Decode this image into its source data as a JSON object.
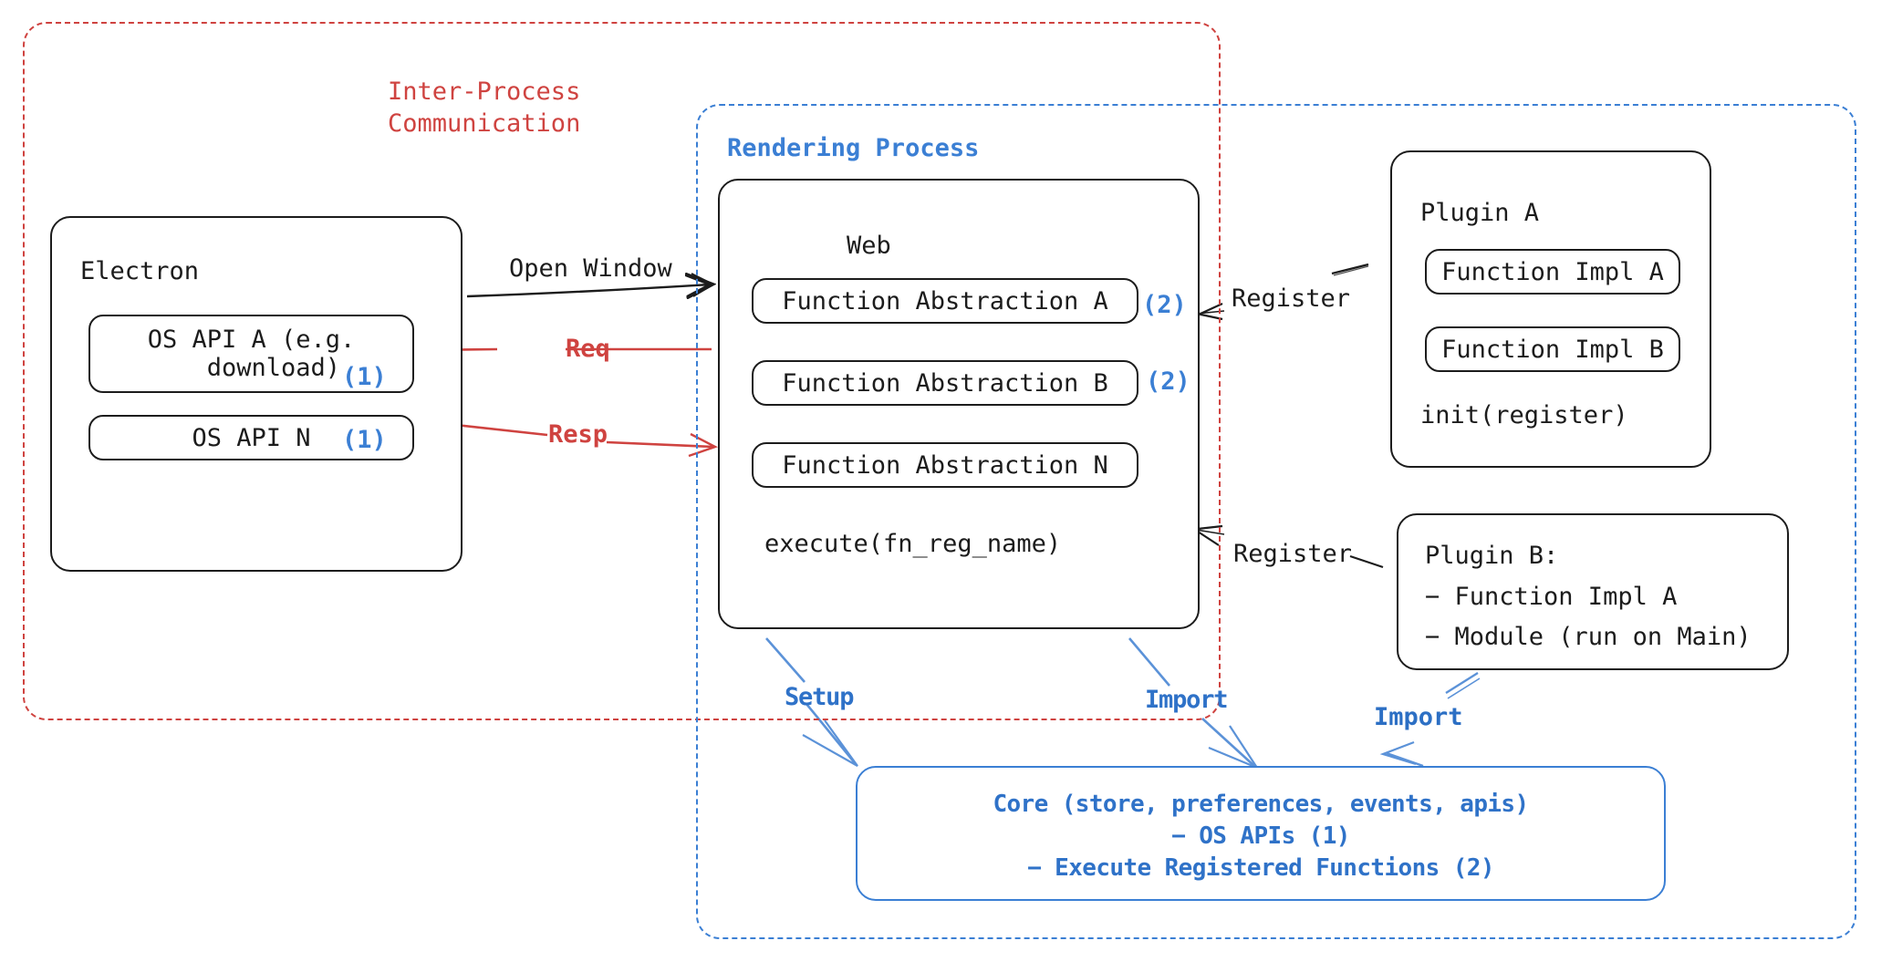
{
  "diagram": {
    "containers": {
      "ipc": {
        "label": "Inter-Process\nCommunication",
        "color": "#cf4340"
      },
      "rendering": {
        "label": "Rendering Process",
        "color": "#3b7fd4"
      }
    },
    "electron": {
      "title": "Electron",
      "apis": [
        {
          "label": "OS API A (e.g.\n   download)",
          "ref": "(1)"
        },
        {
          "label": "OS API N",
          "ref": "(1)"
        }
      ]
    },
    "web": {
      "title": "Web",
      "abstractions": [
        {
          "label": "Function Abstraction A",
          "ref": "(2)"
        },
        {
          "label": "Function Abstraction B",
          "ref": "(2)"
        },
        {
          "label": "Function Abstraction N",
          "ref": ""
        }
      ],
      "footer": "execute(fn_reg_name)"
    },
    "plugin_a": {
      "title": "Plugin A",
      "items": [
        "Function Impl A",
        "Function Impl B"
      ],
      "footer": "init(register)"
    },
    "plugin_b": {
      "title": "Plugin B:",
      "lines": [
        "− Function Impl A",
        "− Module (run on Main)"
      ]
    },
    "core": {
      "lines": [
        "Core (store, preferences, events, apis)",
        "− OS APIs (1)",
        "− Execute Registered Functions (2)"
      ]
    },
    "edges": {
      "open_window": "Open Window",
      "req": "Req",
      "resp": "Resp",
      "register_top": "Register",
      "register_bottom": "Register",
      "setup": "Setup",
      "import_web": "Import",
      "import_plugin": "Import"
    },
    "colors": {
      "red": "#cf4340",
      "blue": "#3b7fd4",
      "core_blue": "#2f72c8",
      "ink": "#1c1c1c"
    }
  }
}
